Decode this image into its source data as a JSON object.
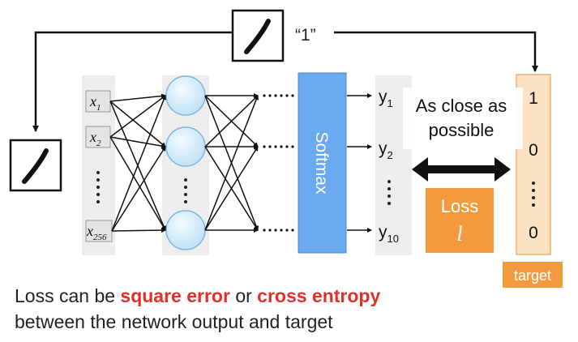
{
  "label_one": "“1”",
  "inputs": {
    "x1": {
      "base": "x",
      "sub": "1"
    },
    "x2": {
      "base": "x",
      "sub": "2"
    },
    "x256": {
      "base": "x",
      "sub": "256"
    }
  },
  "softmax_label": "Softmax",
  "outputs": {
    "y1": {
      "base": "y",
      "sub": "1"
    },
    "y2": {
      "base": "y",
      "sub": "2"
    },
    "y10": {
      "base": "y",
      "sub": "10"
    }
  },
  "callout": {
    "line1": "As close as",
    "line2": "possible"
  },
  "loss": {
    "title": "Loss",
    "symbol": "l"
  },
  "target": {
    "values": [
      "1",
      "0",
      "0"
    ],
    "label": "target"
  },
  "caption": {
    "line1_a": "Loss can be ",
    "square_error": "square error",
    "line1_b": " or ",
    "cross_entropy": "cross entropy",
    "line2": "between the network output and target"
  },
  "colors": {
    "softmax": "#6aa8f0",
    "loss": "#f39a3c",
    "target_label_bg": "#f39a3c",
    "target_column": "#fde2c4",
    "highlight": "#e0302a",
    "neuron": "#d6ecfa",
    "neuron_stroke": "#7ab8e0"
  }
}
